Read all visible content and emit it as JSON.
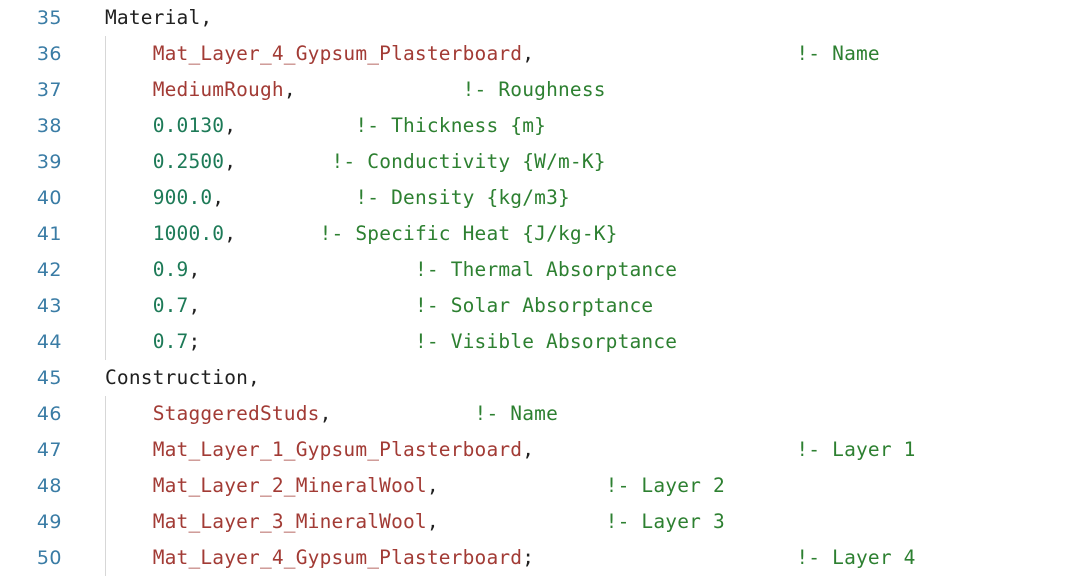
{
  "editor": {
    "language": "EnergyPlus IDF",
    "first_line_number": 35,
    "last_line_number": 50,
    "colors": {
      "background": "#ffffff",
      "line_number": "#3a7ca5",
      "keyword": "#202020",
      "string": "#a23b35",
      "number": "#1d7a57",
      "comment": "#2d8031",
      "punctuation": "#202020",
      "indent_guide": "#d7d7d7"
    }
  },
  "lines": [
    {
      "number": "35",
      "indent_guide": false,
      "tokens": [
        {
          "text": "Material",
          "type": "keyword"
        },
        {
          "text": ",",
          "type": "punct"
        }
      ]
    },
    {
      "number": "36",
      "indent_guide": true,
      "tokens": [
        {
          "text": "    ",
          "type": "plain"
        },
        {
          "text": "Mat_Layer_4_Gypsum_Plasterboard",
          "type": "string"
        },
        {
          "text": ",",
          "type": "punct"
        },
        {
          "text": "                      ",
          "type": "plain"
        },
        {
          "text": "!- Name",
          "type": "comment"
        }
      ]
    },
    {
      "number": "37",
      "indent_guide": true,
      "tokens": [
        {
          "text": "    ",
          "type": "plain"
        },
        {
          "text": "MediumRough",
          "type": "string"
        },
        {
          "text": ",",
          "type": "punct"
        },
        {
          "text": "              ",
          "type": "plain"
        },
        {
          "text": "!- Roughness",
          "type": "comment"
        }
      ]
    },
    {
      "number": "38",
      "indent_guide": true,
      "tokens": [
        {
          "text": "    ",
          "type": "plain"
        },
        {
          "text": "0.0130",
          "type": "number"
        },
        {
          "text": ",",
          "type": "punct"
        },
        {
          "text": "          ",
          "type": "plain"
        },
        {
          "text": "!- Thickness {m}",
          "type": "comment"
        }
      ]
    },
    {
      "number": "39",
      "indent_guide": true,
      "tokens": [
        {
          "text": "    ",
          "type": "plain"
        },
        {
          "text": "0.2500",
          "type": "number"
        },
        {
          "text": ",",
          "type": "punct"
        },
        {
          "text": "        ",
          "type": "plain"
        },
        {
          "text": "!- Conductivity {W/m-K}",
          "type": "comment"
        }
      ]
    },
    {
      "number": "40",
      "indent_guide": true,
      "tokens": [
        {
          "text": "    ",
          "type": "plain"
        },
        {
          "text": "900.0",
          "type": "number"
        },
        {
          "text": ",",
          "type": "punct"
        },
        {
          "text": "           ",
          "type": "plain"
        },
        {
          "text": "!- Density {kg/m3}",
          "type": "comment"
        }
      ]
    },
    {
      "number": "41",
      "indent_guide": true,
      "tokens": [
        {
          "text": "    ",
          "type": "plain"
        },
        {
          "text": "1000.0",
          "type": "number"
        },
        {
          "text": ",",
          "type": "punct"
        },
        {
          "text": "       ",
          "type": "plain"
        },
        {
          "text": "!- Specific Heat {J/kg-K}",
          "type": "comment"
        }
      ]
    },
    {
      "number": "42",
      "indent_guide": true,
      "tokens": [
        {
          "text": "    ",
          "type": "plain"
        },
        {
          "text": "0.9",
          "type": "number"
        },
        {
          "text": ",",
          "type": "punct"
        },
        {
          "text": "                  ",
          "type": "plain"
        },
        {
          "text": "!- Thermal Absorptance",
          "type": "comment"
        }
      ]
    },
    {
      "number": "43",
      "indent_guide": true,
      "tokens": [
        {
          "text": "    ",
          "type": "plain"
        },
        {
          "text": "0.7",
          "type": "number"
        },
        {
          "text": ",",
          "type": "punct"
        },
        {
          "text": "                  ",
          "type": "plain"
        },
        {
          "text": "!- Solar Absorptance",
          "type": "comment"
        }
      ]
    },
    {
      "number": "44",
      "indent_guide": true,
      "tokens": [
        {
          "text": "    ",
          "type": "plain"
        },
        {
          "text": "0.7",
          "type": "number"
        },
        {
          "text": ";",
          "type": "punct"
        },
        {
          "text": "                  ",
          "type": "plain"
        },
        {
          "text": "!- Visible Absorptance",
          "type": "comment"
        }
      ]
    },
    {
      "number": "45",
      "indent_guide": false,
      "tokens": [
        {
          "text": "Construction",
          "type": "keyword"
        },
        {
          "text": ",",
          "type": "punct"
        }
      ]
    },
    {
      "number": "46",
      "indent_guide": true,
      "tokens": [
        {
          "text": "    ",
          "type": "plain"
        },
        {
          "text": "StaggeredStuds",
          "type": "string"
        },
        {
          "text": ",",
          "type": "punct"
        },
        {
          "text": "            ",
          "type": "plain"
        },
        {
          "text": "!- Name",
          "type": "comment"
        }
      ]
    },
    {
      "number": "47",
      "indent_guide": true,
      "tokens": [
        {
          "text": "    ",
          "type": "plain"
        },
        {
          "text": "Mat_Layer_1_Gypsum_Plasterboard",
          "type": "string"
        },
        {
          "text": ",",
          "type": "punct"
        },
        {
          "text": "                      ",
          "type": "plain"
        },
        {
          "text": "!- Layer 1",
          "type": "comment"
        }
      ]
    },
    {
      "number": "48",
      "indent_guide": true,
      "tokens": [
        {
          "text": "    ",
          "type": "plain"
        },
        {
          "text": "Mat_Layer_2_MineralWool",
          "type": "string"
        },
        {
          "text": ",",
          "type": "punct"
        },
        {
          "text": "              ",
          "type": "plain"
        },
        {
          "text": "!- Layer 2",
          "type": "comment"
        }
      ]
    },
    {
      "number": "49",
      "indent_guide": true,
      "tokens": [
        {
          "text": "    ",
          "type": "plain"
        },
        {
          "text": "Mat_Layer_3_MineralWool",
          "type": "string"
        },
        {
          "text": ",",
          "type": "punct"
        },
        {
          "text": "              ",
          "type": "plain"
        },
        {
          "text": "!- Layer 3",
          "type": "comment"
        }
      ]
    },
    {
      "number": "50",
      "indent_guide": true,
      "tokens": [
        {
          "text": "    ",
          "type": "plain"
        },
        {
          "text": "Mat_Layer_4_Gypsum_Plasterboard",
          "type": "string"
        },
        {
          "text": ";",
          "type": "punct"
        },
        {
          "text": "                      ",
          "type": "plain"
        },
        {
          "text": "!- Layer 4",
          "type": "comment"
        }
      ]
    }
  ]
}
